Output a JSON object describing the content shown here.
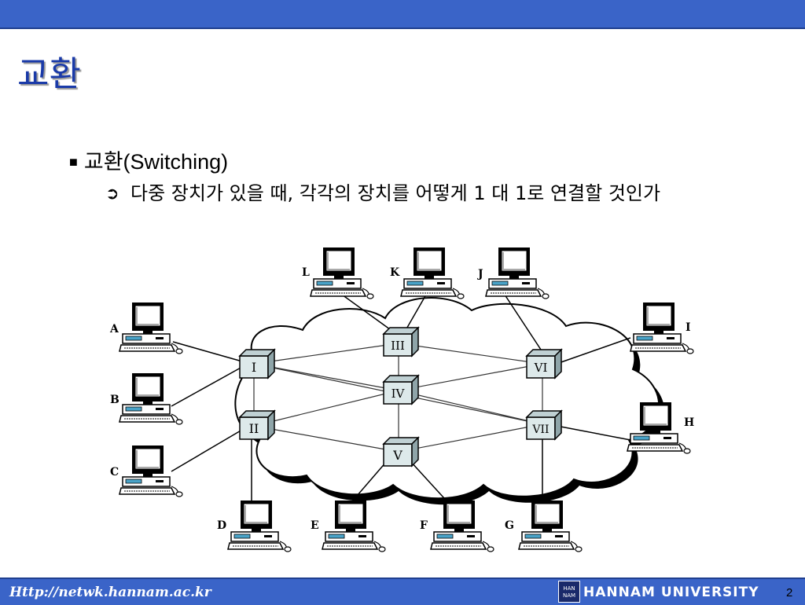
{
  "slide": {
    "title": "교환",
    "bullet1": {
      "marker": "■",
      "text": "교환(Switching)"
    },
    "bullet2": {
      "marker": "➲",
      "text": "다중 장치가 있을 때, 각각의 장치를 어떻게 1 대 1로 연결할 것인가"
    }
  },
  "footer": {
    "url": "Http://netwk.hannam.ac.kr",
    "logo_text": "HAN NAM",
    "university": "HANNAM UNIVERSITY",
    "page": "2"
  },
  "diagram": {
    "switches": [
      "I",
      "II",
      "III",
      "IV",
      "V",
      "VI",
      "VII"
    ],
    "devices": [
      "A",
      "B",
      "C",
      "D",
      "E",
      "F",
      "G",
      "H",
      "I",
      "J",
      "K",
      "L"
    ],
    "links": [
      [
        "I",
        "II"
      ],
      [
        "I",
        "III"
      ],
      [
        "I",
        "IV"
      ],
      [
        "II",
        "IV"
      ],
      [
        "II",
        "V"
      ],
      [
        "III",
        "IV"
      ],
      [
        "III",
        "VI"
      ],
      [
        "IV",
        "V"
      ],
      [
        "IV",
        "VI"
      ],
      [
        "IV",
        "VII"
      ],
      [
        "V",
        "VII"
      ],
      [
        "VI",
        "VII"
      ],
      [
        "I",
        "VII"
      ],
      [
        "A",
        "I"
      ],
      [
        "B",
        "I"
      ],
      [
        "C",
        "II"
      ],
      [
        "D",
        "II"
      ],
      [
        "E",
        "V"
      ],
      [
        "F",
        "V"
      ],
      [
        "G",
        "VII"
      ],
      [
        "H",
        "VII"
      ],
      [
        "I-dev",
        "VI"
      ],
      [
        "J",
        "VI"
      ],
      [
        "K",
        "III"
      ],
      [
        "L",
        "III"
      ]
    ],
    "colors": {
      "line": "#000000",
      "switch_face": "#ddeef0",
      "monitor_screen": "#ffffff",
      "bar": "#3a64c8"
    }
  }
}
